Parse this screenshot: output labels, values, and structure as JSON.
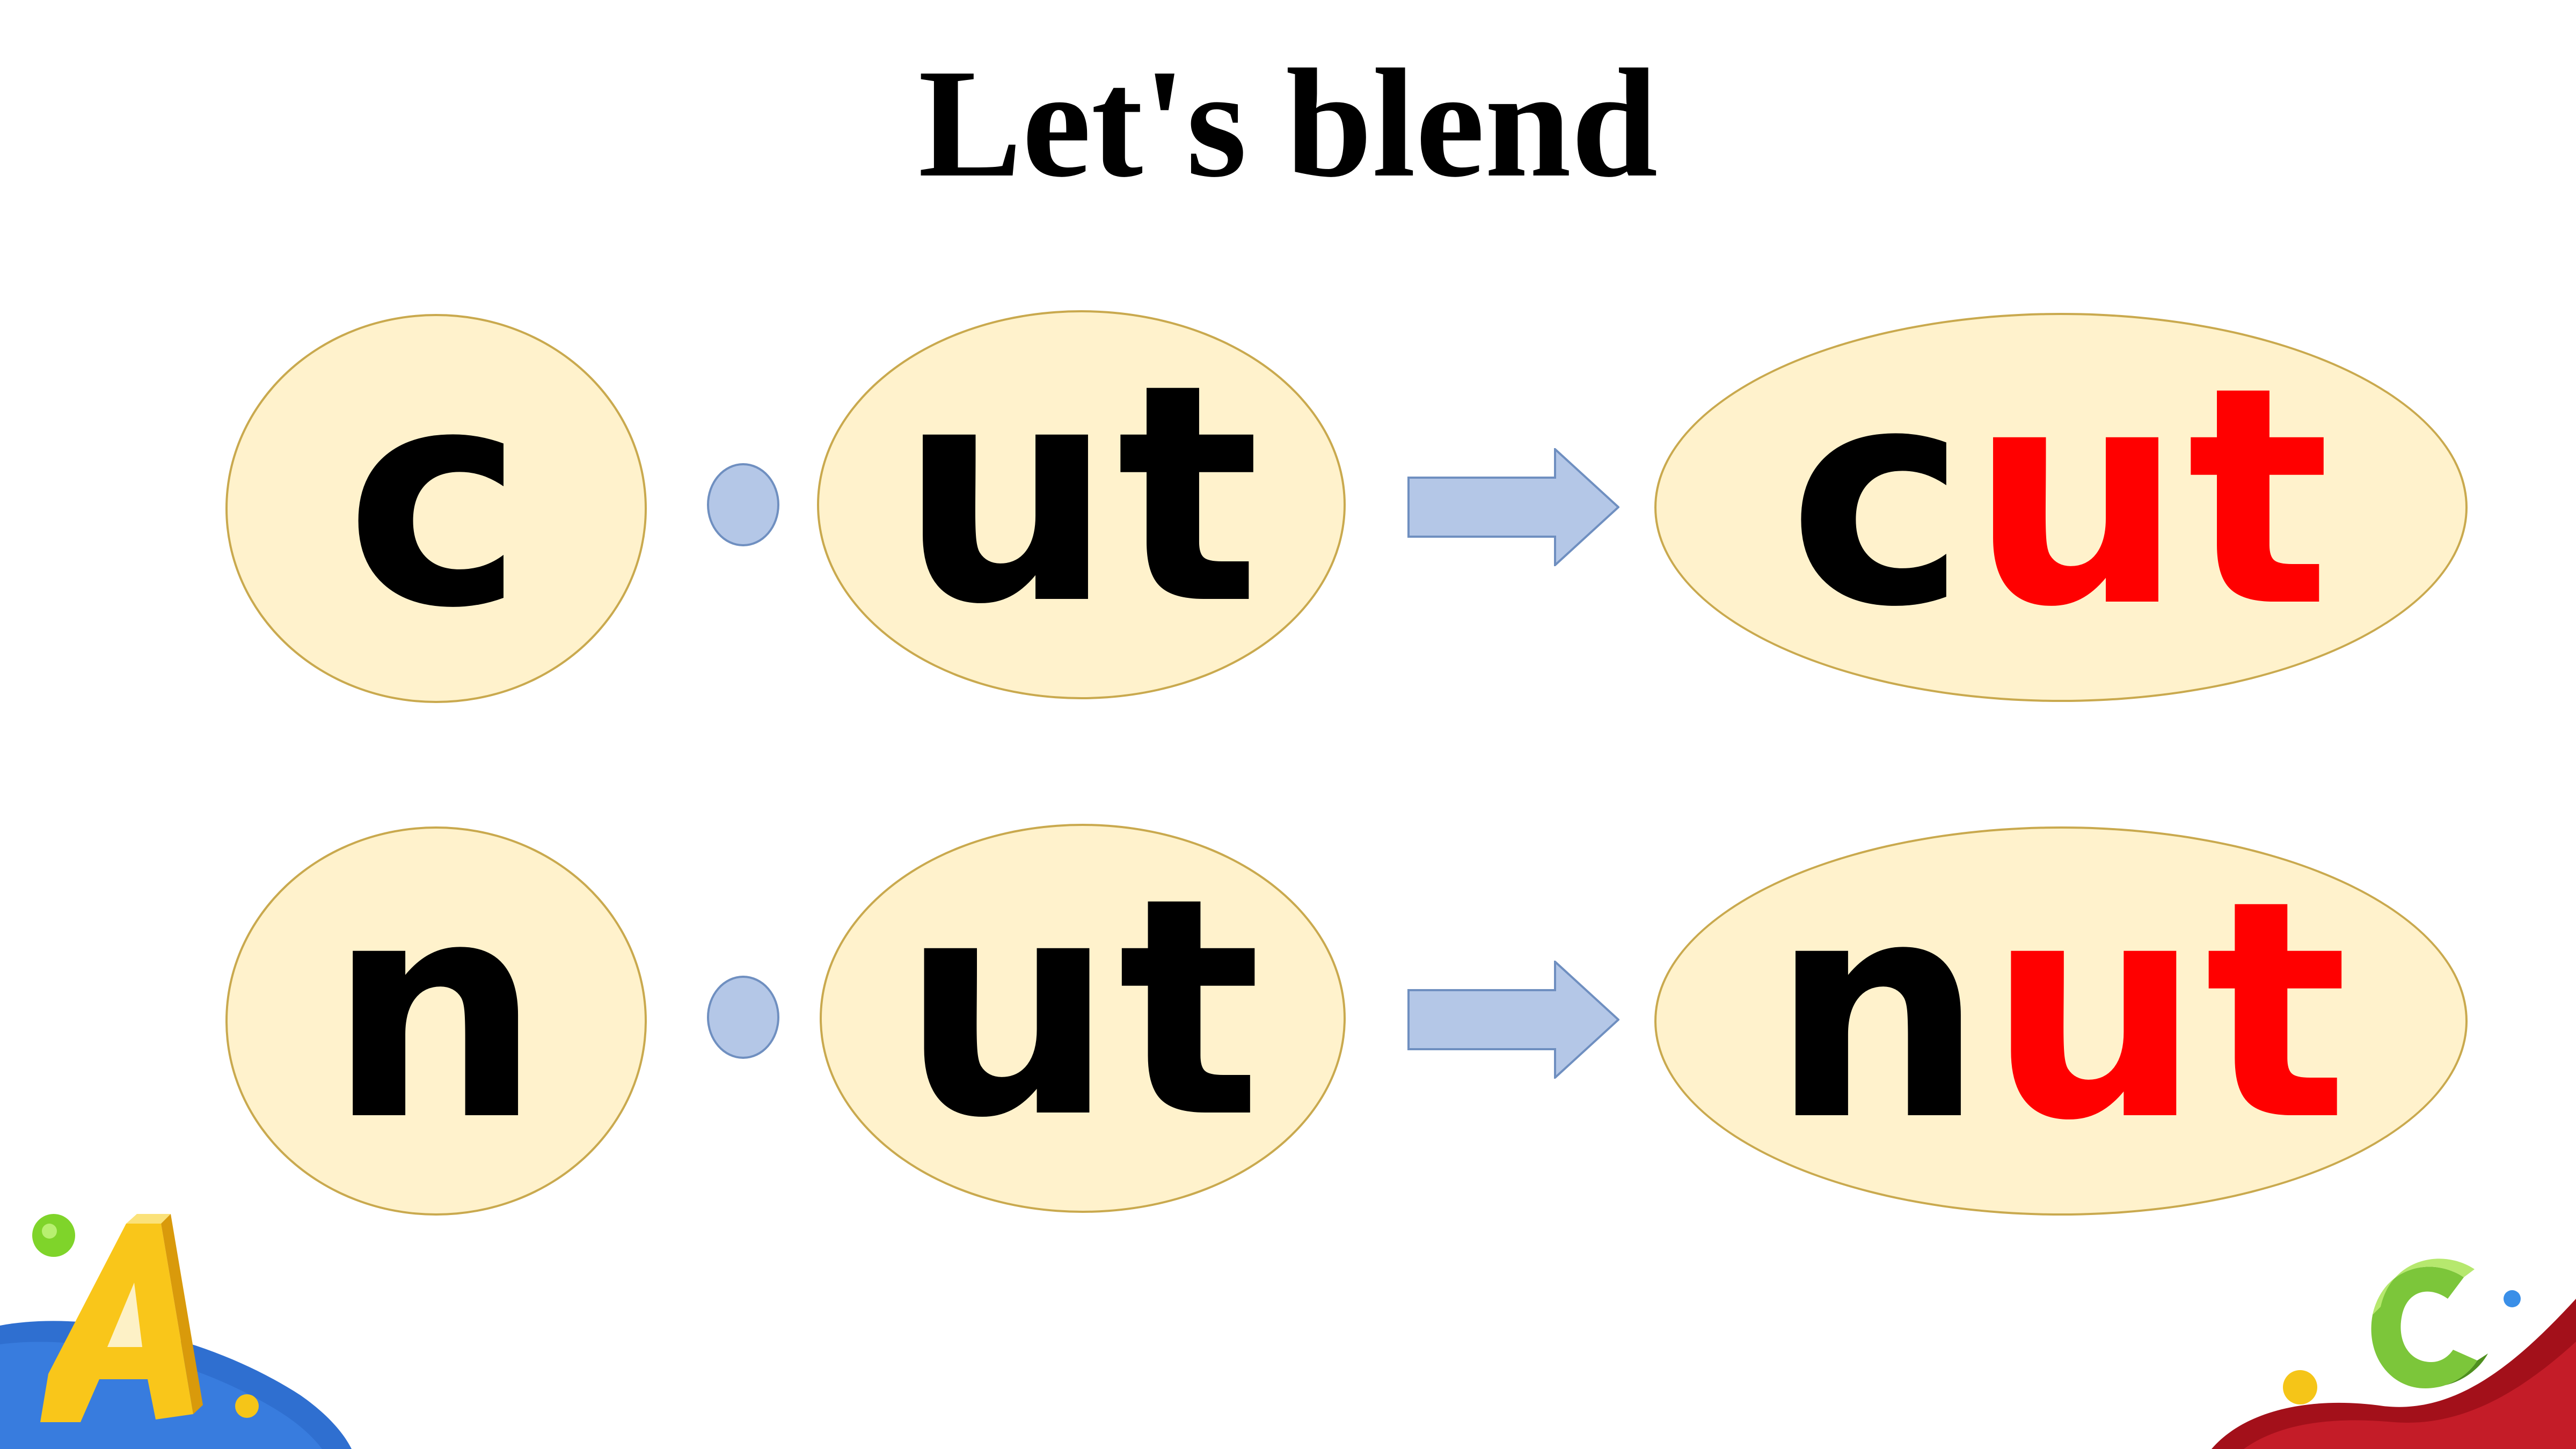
{
  "slide": {
    "title": "Let's blend"
  },
  "rows": [
    {
      "onset": "c",
      "rime": "ut",
      "result_onset": "c",
      "result_rime": "ut"
    },
    {
      "onset": "n",
      "rime": "ut",
      "result_onset": "n",
      "result_rime": "ut"
    }
  ],
  "colors": {
    "oval_fill": "#FFF2CC",
    "oval_border": "#C9A94E",
    "dot_fill": "#B4C7E7",
    "arrow_fill": "#B4C7E7",
    "onset_text": "#000000",
    "rime_highlight": "#FF0000"
  },
  "decorations": {
    "left_icon": "letter-a-icon",
    "right_icon": "letter-c-icon"
  }
}
